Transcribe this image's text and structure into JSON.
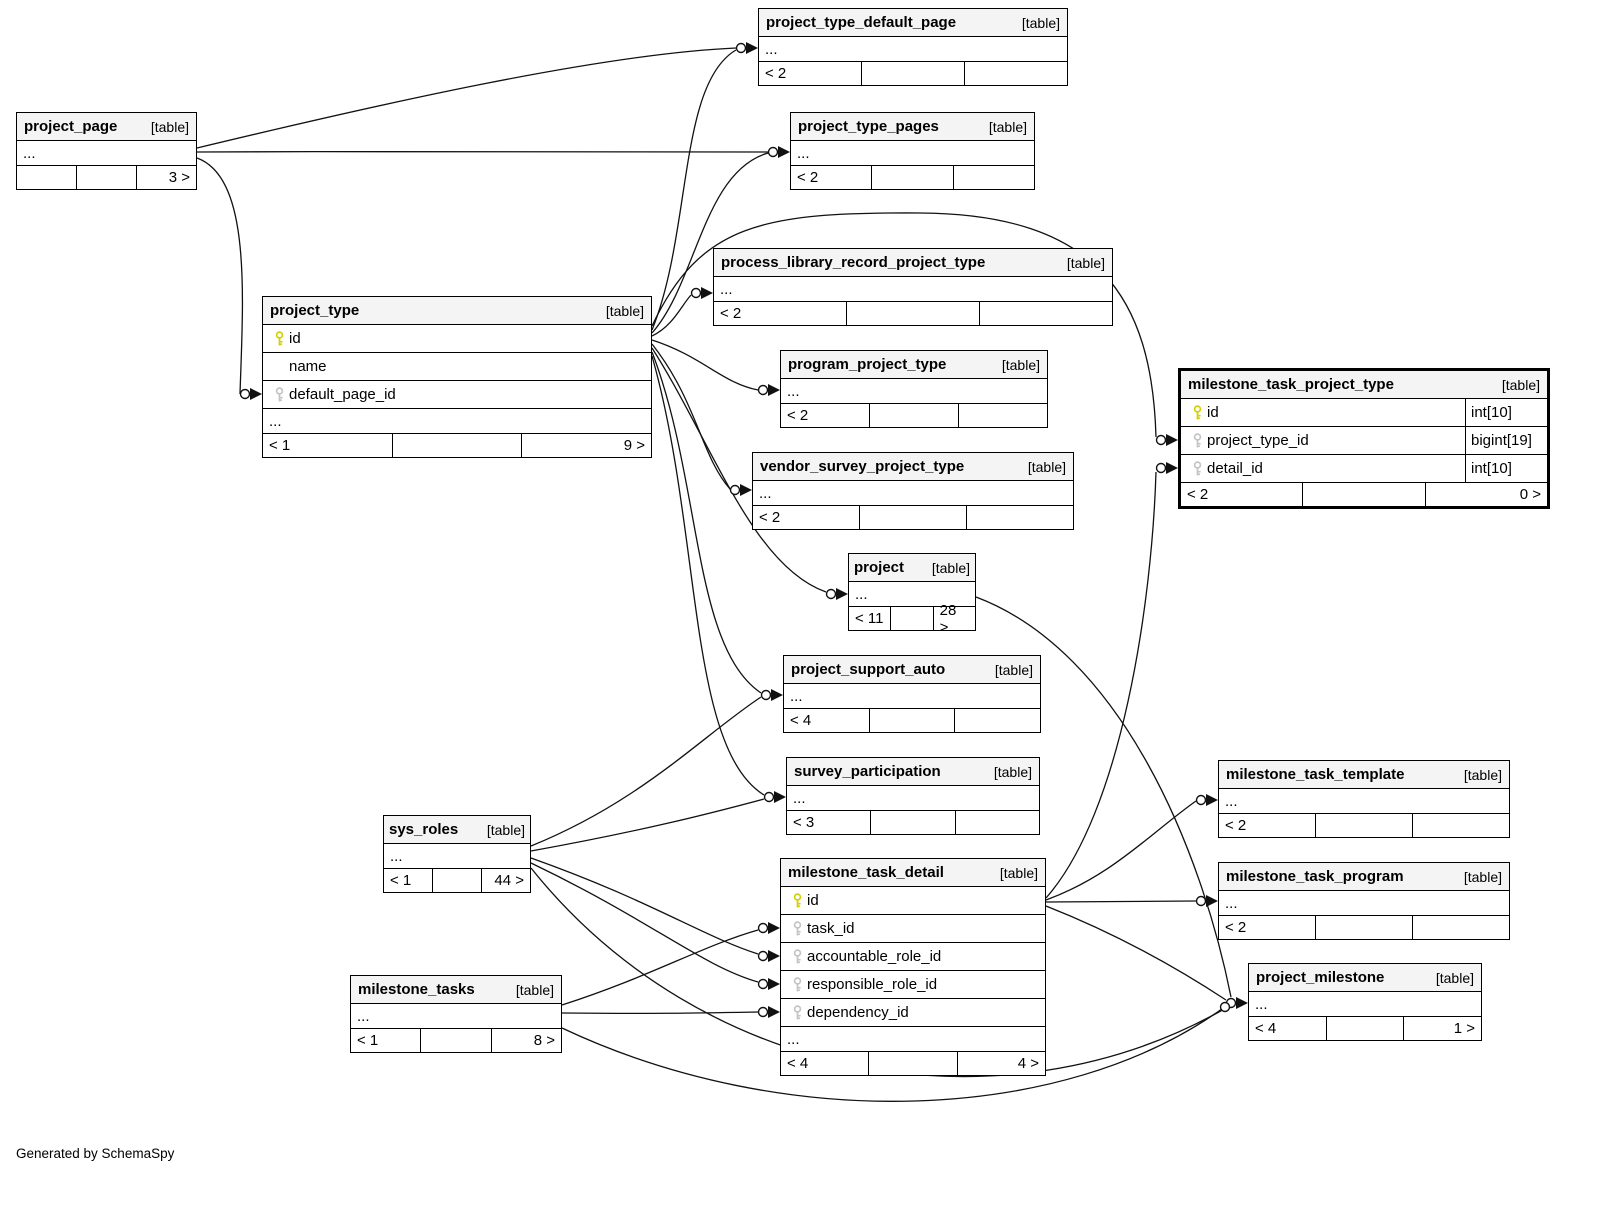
{
  "generated_by": "Generated by SchemaSpy",
  "table_tag": "[table]",
  "ellipsis": "...",
  "colors": {
    "pk_key": "#d6cf00",
    "fk_key": "#c4c4c4",
    "header_bg": "#f4f4f4",
    "border": "#000000",
    "line": "#111111"
  },
  "tables": [
    {
      "name": "project_page",
      "footer": [
        "",
        "",
        "3 >"
      ]
    },
    {
      "name": "project_type_default_page",
      "footer": [
        "< 2",
        "",
        ""
      ]
    },
    {
      "name": "project_type_pages",
      "footer": [
        "< 2",
        "",
        ""
      ]
    },
    {
      "name": "project_type",
      "columns": [
        {
          "name": "id",
          "key": "pk"
        },
        {
          "name": "name",
          "key": ""
        },
        {
          "name": "default_page_id",
          "key": "fk"
        }
      ],
      "footer": [
        "< 1",
        "",
        "9 >"
      ]
    },
    {
      "name": "process_library_record_project_type",
      "footer": [
        "< 2",
        "",
        ""
      ]
    },
    {
      "name": "program_project_type",
      "footer": [
        "< 2",
        "",
        ""
      ]
    },
    {
      "name": "vendor_survey_project_type",
      "footer": [
        "< 2",
        "",
        ""
      ]
    },
    {
      "name": "project",
      "footer": [
        "< 11",
        "",
        "28 >"
      ]
    },
    {
      "name": "milestone_task_project_type",
      "columns": [
        {
          "name": "id",
          "type": "int[10]",
          "key": "pk"
        },
        {
          "name": "project_type_id",
          "type": "bigint[19]",
          "key": "fk"
        },
        {
          "name": "detail_id",
          "type": "int[10]",
          "key": "fk"
        }
      ],
      "footer": [
        "< 2",
        "",
        "0 >"
      ]
    },
    {
      "name": "project_support_auto",
      "footer": [
        "< 4",
        "",
        ""
      ]
    },
    {
      "name": "survey_participation",
      "footer": [
        "< 3",
        "",
        ""
      ]
    },
    {
      "name": "sys_roles",
      "footer": [
        "< 1",
        "",
        "44 >"
      ]
    },
    {
      "name": "milestone_task_detail",
      "columns": [
        {
          "name": "id",
          "key": "pk"
        },
        {
          "name": "task_id",
          "key": "fk"
        },
        {
          "name": "accountable_role_id",
          "key": "fk"
        },
        {
          "name": "responsible_role_id",
          "key": "fk"
        },
        {
          "name": "dependency_id",
          "key": "fk"
        }
      ],
      "footer": [
        "< 4",
        "",
        "4 >"
      ]
    },
    {
      "name": "milestone_tasks",
      "footer": [
        "< 1",
        "",
        "8 >"
      ]
    },
    {
      "name": "milestone_task_template",
      "footer": [
        "< 2",
        "",
        ""
      ]
    },
    {
      "name": "milestone_task_program",
      "footer": [
        "< 2",
        "",
        ""
      ]
    },
    {
      "name": "project_milestone",
      "footer": [
        "< 4",
        "",
        "1 >"
      ]
    }
  ]
}
